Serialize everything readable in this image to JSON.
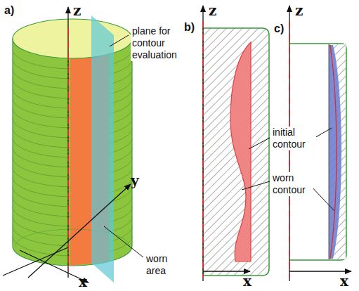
{
  "diagram": {
    "labels": [
      "a)",
      "z",
      "plane for contour evaluation",
      "y",
      "x",
      "worn area",
      "b)",
      "z",
      "x",
      "c)",
      "z",
      "x",
      "initial contour",
      "worn contour"
    ]
  }
}
